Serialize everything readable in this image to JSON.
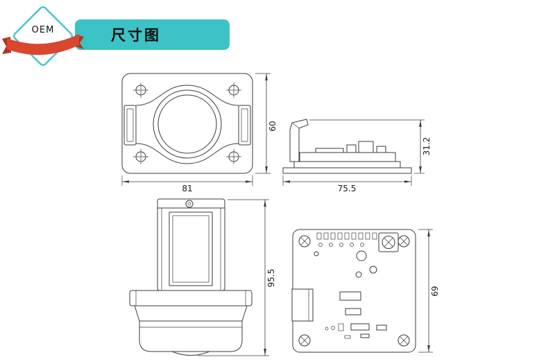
{
  "badge": {
    "label": "OEM",
    "diamond_border_color": "#4ac4d5",
    "ribbon_color": "#d9472f",
    "ribbon_fold_color": "#b23320"
  },
  "banner": {
    "title": "尺寸图",
    "background_color": "#3cc3c6"
  },
  "drawing": {
    "line_color": "#3a3a3a",
    "views": {
      "front": {
        "width_mm": "81",
        "height_mm": "60"
      },
      "side": {
        "width_mm": "75.5",
        "height_mm": "31.2"
      },
      "camera_side": {
        "height_mm": "95.5"
      },
      "pcb": {
        "height_mm": "69"
      }
    }
  }
}
